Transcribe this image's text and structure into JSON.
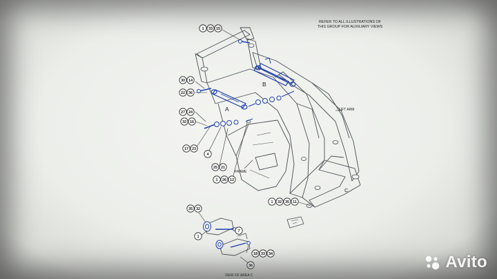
{
  "note": {
    "line1": "REFER TO ALL ILLUSTRATIONS OF",
    "line2": "THIS GROUP FOR AUXILIARY VIEWS"
  },
  "labels": {
    "lift_arm": "LIFT ARM",
    "frame": "FRAME",
    "view_a": "A",
    "view_b": "B",
    "view_c": "C",
    "view_of_area_c": "VIEW OF AREA C"
  },
  "callouts": {
    "top": [
      "1",
      "33",
      "15"
    ],
    "b_left_1": [
      "30",
      "14"
    ],
    "b_left_2": [
      "22",
      "36"
    ],
    "a_left_1": [
      "27",
      "24"
    ],
    "a_left_2": [
      "32",
      "16"
    ],
    "a_low_1": [
      "17",
      "23"
    ],
    "a_low_2": "4",
    "a_low_3": [
      "25",
      "21"
    ],
    "a_low_4": [
      "1",
      "26",
      "12"
    ],
    "c_group": [
      "1",
      "32",
      "35",
      "11"
    ],
    "detail_1": [
      "35",
      "32"
    ],
    "detail_2": "7",
    "detail_3": "1",
    "detail_4": [
      "18",
      "33",
      "34"
    ],
    "detail_5": "36"
  },
  "watermark": {
    "brand": "Avito"
  },
  "colors": {
    "line_art": "#4a4f55",
    "highlight": "#1f3fae",
    "screen_bg": "#eeefec",
    "watermark": "#ffffff"
  }
}
